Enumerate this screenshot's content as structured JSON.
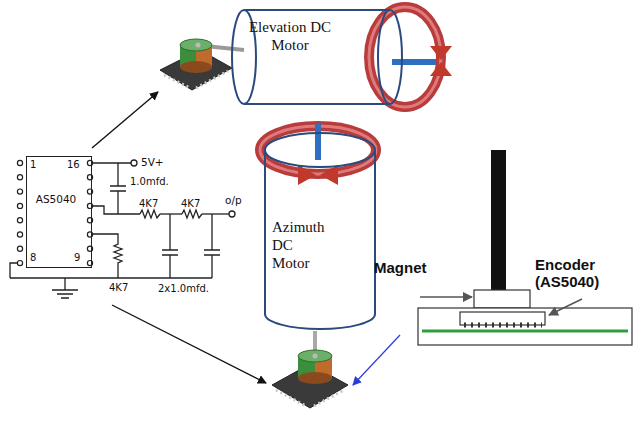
{
  "diagram": {
    "nodes": [
      {
        "text": [
          "Elevation DC Motor"
        ]
      },
      {
        "text": [
          "Azimuth DC Motor"
        ]
      },
      {
        "text": [
          "AS5040"
        ]
      }
    ],
    "labels": [
      "1",
      "16",
      "8",
      "9",
      "5V+",
      "1.0mfd.",
      "4K7",
      "4K7",
      "o/p",
      "4K7",
      "2x1.0mfd.",
      "Magnet",
      "Encoder (AS5040)"
    ]
  }
}
